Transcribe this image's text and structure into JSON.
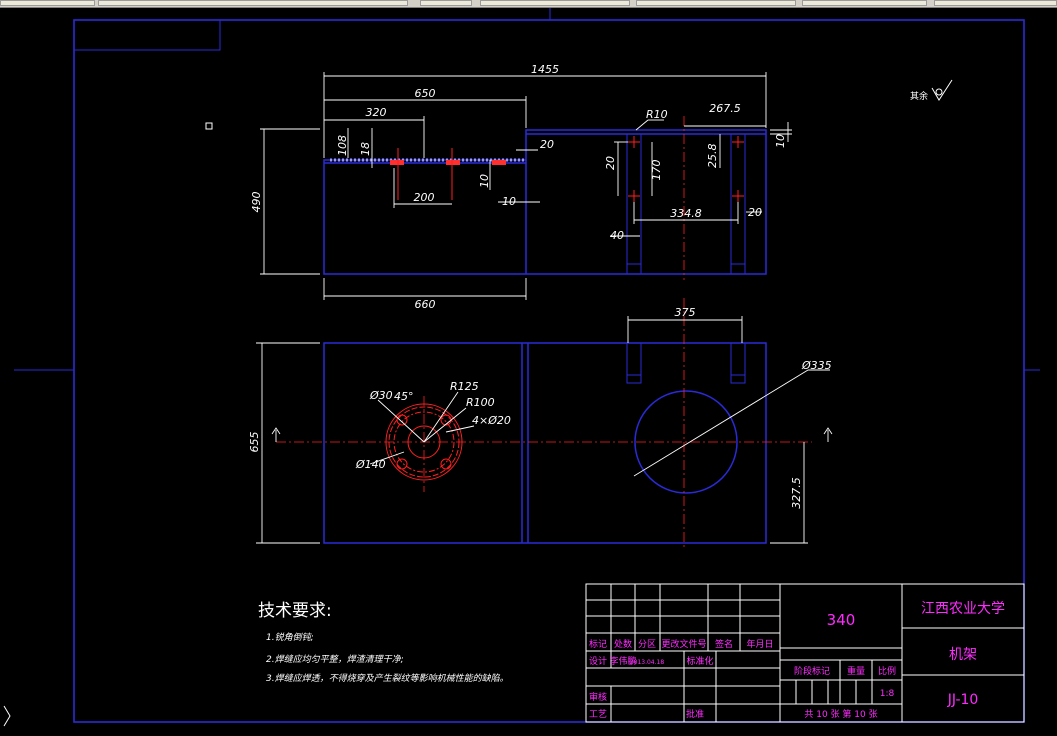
{
  "dimensions": {
    "d1455": "1455",
    "d650": "650",
    "d320": "320",
    "d108": "108",
    "d18": "18",
    "d20a": "20",
    "d10a": "10",
    "d200": "200",
    "d10b": "10",
    "d490": "490",
    "d660": "660",
    "r10": "R10",
    "d2675": "267.5",
    "d10c": "10",
    "d20b": "20",
    "d170": "170",
    "d258": "25.8",
    "d3348": "334.8",
    "d20c": "20",
    "d40": "40",
    "d375": "375",
    "d335": "Ø335",
    "d30": "Ø30",
    "d45": "45°",
    "r125": "R125",
    "r100": "R100",
    "d4x20": "4×Ø20",
    "d140": "Ø140",
    "d655": "655",
    "d3275": "327.5"
  },
  "surface_note": "其余",
  "tech": {
    "title": "技术要求:",
    "items": [
      "1.锐角倒钝;",
      "2.焊缝应均匀平整，焊渣清理干净;",
      "3.焊缝应焊透，不得烧穿及产生裂纹等影响机械性能的缺陷。"
    ]
  },
  "titleblock": {
    "material": "340",
    "university": "江西农业大学",
    "part_name": "机架",
    "drawing_no": "JJ-10",
    "h_mark": "标记",
    "h_count": "处数",
    "h_zone": "分区",
    "h_docno": "更改文件号",
    "h_sign": "签名",
    "h_date": "年月日",
    "design_label": "设计",
    "designer": "李伟鹏",
    "design_date": "2013.04.18",
    "standard_label": "标准化",
    "stage_label": "阶段标记",
    "weight_label": "重量",
    "scale_label": "比例",
    "scale": "1:8",
    "sheets": "共 10 张 第 10 张",
    "review_label": "审核",
    "process_label": "工艺",
    "approve_label": "批准"
  }
}
